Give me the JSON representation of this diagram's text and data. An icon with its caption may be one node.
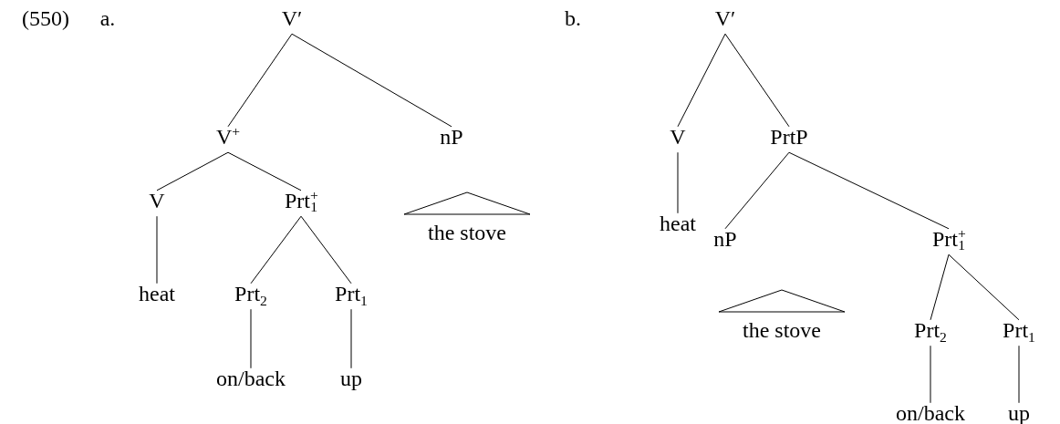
{
  "diagram": {
    "nodes": [
      {
        "text": [
          "V′"
        ]
      },
      {
        "text": [
          "V$^{+}$"
        ]
      },
      {
        "text": [
          "nP"
        ]
      },
      {
        "text": [
          "the stove"
        ]
      },
      {
        "text": [
          "V"
        ]
      },
      {
        "text": [
          "Prt$^{+}$$_{1}$"
        ]
      },
      {
        "text": [
          "heat"
        ]
      },
      {
        "text": [
          "Prt$_{2}$"
        ]
      },
      {
        "text": [
          "Prt$_{1}$"
        ]
      },
      {
        "text": [
          "on/back"
        ]
      },
      {
        "text": [
          "up"
        ]
      },
      {
        "text": [
          "V′"
        ]
      },
      {
        "text": [
          "V"
        ]
      },
      {
        "text": [
          "PrtP"
        ]
      },
      {
        "text": [
          "heat"
        ]
      },
      {
        "text": [
          "nP"
        ]
      },
      {
        "text": [
          "the stove"
        ]
      },
      {
        "text": [
          "Prt$^{+}$$_{1}$"
        ]
      },
      {
        "text": [
          "Prt$_{2}$"
        ]
      },
      {
        "text": [
          "Prt$_{1}$"
        ]
      },
      {
        "text": [
          "on/back"
        ]
      },
      {
        "text": [
          "up"
        ]
      }
    ],
    "edges": [
      {
        "from": 0,
        "to": 1,
        "arrow": "none"
      },
      {
        "from": 0,
        "to": 2,
        "arrow": "none"
      },
      {
        "from": 1,
        "to": 4,
        "arrow": "none"
      },
      {
        "from": 1,
        "to": 5,
        "arrow": "none"
      },
      {
        "from": 4,
        "to": 6,
        "arrow": "none"
      },
      {
        "from": 5,
        "to": 7,
        "arrow": "none"
      },
      {
        "from": 5,
        "to": 8,
        "arrow": "none"
      },
      {
        "from": 7,
        "to": 9,
        "arrow": "none"
      },
      {
        "from": 8,
        "to": 10,
        "arrow": "none"
      },
      {
        "from": 11,
        "to": 12,
        "arrow": "none"
      },
      {
        "from": 11,
        "to": 13,
        "arrow": "none"
      },
      {
        "from": 12,
        "to": 14,
        "arrow": "none"
      },
      {
        "from": 13,
        "to": 15,
        "arrow": "none"
      },
      {
        "from": 13,
        "to": 17,
        "arrow": "none"
      },
      {
        "from": 17,
        "to": 18,
        "arrow": "none"
      },
      {
        "from": 17,
        "to": 19,
        "arrow": "none"
      },
      {
        "from": 18,
        "to": 20,
        "arrow": "none"
      },
      {
        "from": 19,
        "to": 21,
        "arrow": "none"
      }
    ],
    "labels": [
      "(550)",
      "a.",
      "b."
    ]
  }
}
